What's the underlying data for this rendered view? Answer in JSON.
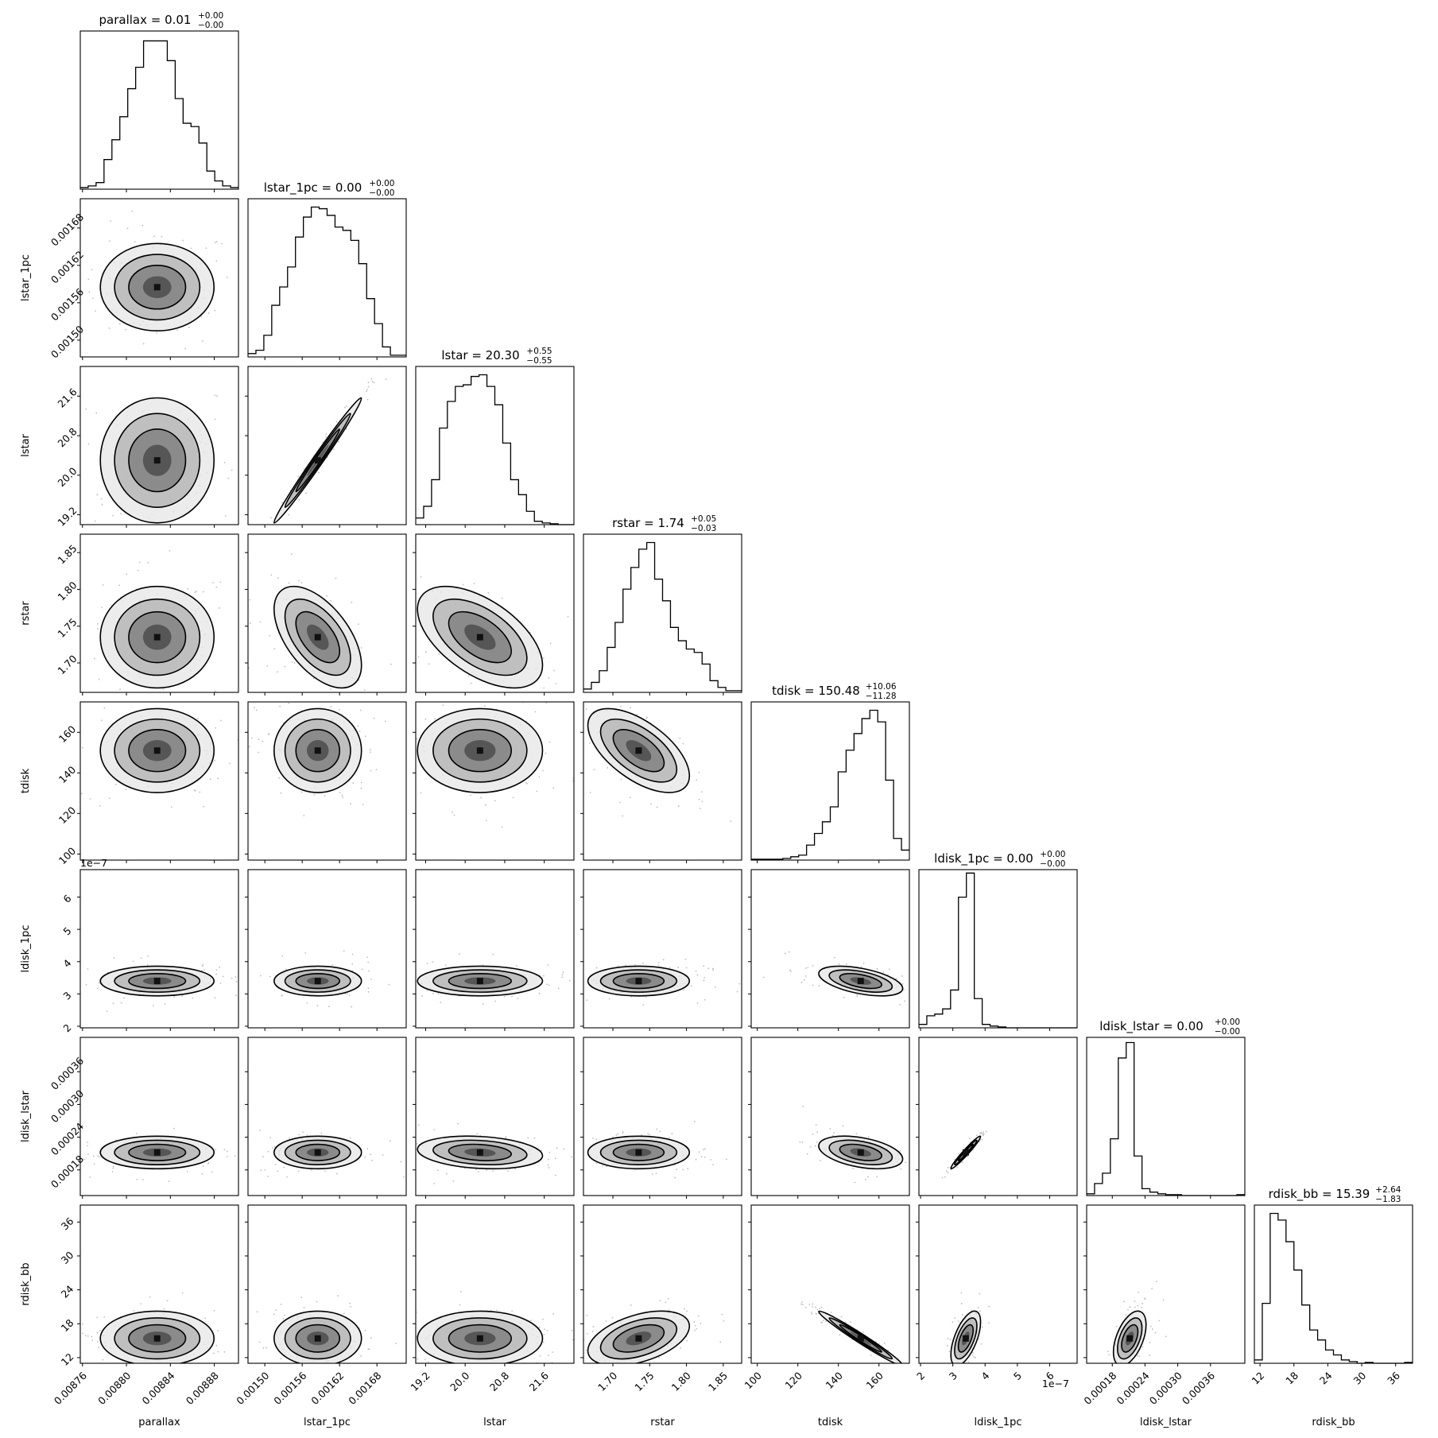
{
  "chart_data": {
    "type": "corner",
    "variables": [
      {
        "name": "parallax",
        "title": "parallax = 0.01",
        "title_sup": "+0.00",
        "title_sub": "−0.00",
        "ticks": [
          "0.00876",
          "0.00880",
          "0.00884",
          "0.00888"
        ],
        "tick_values": [
          0.00876,
          0.0088,
          0.00884,
          0.00888
        ],
        "range": [
          0.008758,
          0.008902
        ],
        "hist": [
          1,
          2,
          4,
          18,
          30,
          44,
          61,
          74,
          90,
          90,
          90,
          78,
          55,
          40,
          38,
          28,
          11,
          5,
          2,
          1
        ],
        "hist_peak": 96
      },
      {
        "name": "lstar_1pc",
        "title": "lstar_1pc = 0.00",
        "title_sup": "+0.00",
        "title_sub": "−0.00",
        "ticks": [
          "0.00150",
          "0.00156",
          "0.00162",
          "0.00168"
        ],
        "tick_values": [
          0.0015,
          0.00156,
          0.00162,
          0.00168
        ],
        "range": [
          0.001473,
          0.001727
        ],
        "hist": [
          2,
          4,
          13,
          31,
          42,
          54,
          72,
          84,
          90,
          89,
          85,
          78,
          76,
          70,
          56,
          35,
          20,
          6,
          1,
          1
        ],
        "hist_peak": 95
      },
      {
        "name": "lstar",
        "title": "lstar = 20.30",
        "title_sup": "+0.55",
        "title_sub": "−0.55",
        "ticks": [
          "19.2",
          "20.0",
          "20.8",
          "21.6"
        ],
        "tick_values": [
          19.2,
          20.0,
          20.8,
          21.6
        ],
        "range": [
          19.0,
          22.2
        ],
        "hist": [
          4,
          11,
          27,
          58,
          74,
          83,
          84,
          89,
          90,
          83,
          72,
          49,
          27,
          18,
          8,
          2,
          1,
          0.5,
          0,
          0
        ],
        "hist_peak": 95
      },
      {
        "name": "rstar",
        "title": "rstar = 1.74",
        "title_sup": "+0.05",
        "title_sub": "−0.03",
        "ticks": [
          "1.70",
          "1.75",
          "1.80",
          "1.85"
        ],
        "tick_values": [
          1.7,
          1.75,
          1.8,
          1.85
        ],
        "range": [
          1.66,
          1.875
        ],
        "hist": [
          2,
          6,
          13,
          27,
          42,
          62,
          75,
          86,
          90,
          68,
          55,
          39,
          31,
          26,
          24,
          17,
          7,
          3,
          1,
          1
        ],
        "hist_peak": 95
      },
      {
        "name": "tdisk",
        "title": "tdisk = 150.48",
        "title_sup": "+10.06",
        "title_sub": "−11.28",
        "ticks": [
          "100",
          "120",
          "140",
          "160"
        ],
        "tick_values": [
          100,
          120,
          140,
          160
        ],
        "range": [
          97.0,
          175.0
        ],
        "hist": [
          0.5,
          0.5,
          0.5,
          0.5,
          1,
          2,
          3,
          9,
          16,
          23,
          32,
          53,
          66,
          76,
          85,
          90,
          83,
          48,
          13,
          6
        ],
        "hist_peak": 95
      },
      {
        "name": "ldisk_1pc",
        "title": "ldisk_1pc = 0.00",
        "title_sup": "+0.00",
        "title_sub": "−0.00",
        "ticks": [
          "2",
          "3",
          "4",
          "5",
          "6"
        ],
        "tick_values": [
          2e-07,
          3e-07,
          4e-07,
          5e-07,
          6e-07
        ],
        "range": [
          1.95e-07,
          6.85e-07
        ],
        "offset": "1e−7",
        "hist": [
          2,
          7,
          8,
          11,
          22,
          76,
          90,
          17,
          2,
          1,
          0.5,
          0,
          0,
          0,
          0,
          0,
          0,
          0,
          0,
          0
        ],
        "hist_peak": 92
      },
      {
        "name": "ldisk_lstar",
        "title": "ldisk_lstar = 0.00",
        "title_sup": "+0.00",
        "title_sub": "−0.00",
        "ticks": [
          "0.00018",
          "0.00024",
          "0.00030",
          "0.00036"
        ],
        "tick_values": [
          0.00018,
          0.00024,
          0.0003,
          0.00036
        ],
        "range": [
          0.000133,
          0.000423
        ],
        "hist": [
          1,
          7,
          13,
          33,
          80,
          89,
          23,
          4,
          2,
          1,
          0.5,
          0.5,
          0,
          0,
          0,
          0,
          0,
          0,
          0,
          0.5
        ],
        "hist_peak": 92
      },
      {
        "name": "rdisk_bb",
        "title": "rdisk_bb = 15.39",
        "title_sup": "+2.64",
        "title_sub": "−1.83",
        "ticks": [
          "12",
          "18",
          "24",
          "30",
          "36"
        ],
        "tick_values": [
          12,
          18,
          24,
          30,
          36
        ],
        "range": [
          11.0,
          39.0
        ],
        "hist": [
          2,
          36,
          90,
          86,
          73,
          56,
          35,
          20,
          14,
          8,
          5,
          2,
          1,
          0,
          0.5,
          0,
          0,
          0,
          0,
          0.5
        ],
        "hist_peak": 95
      }
    ],
    "joint": [
      {
        "row": "lstar_1pc",
        "col": "parallax",
        "mean": [
          0.008828,
          0.001585
        ],
        "sd": [
          2.25e-05,
          3.05e-05
        ],
        "corr": 0.0
      },
      {
        "row": "lstar",
        "col": "parallax",
        "mean": [
          0.008828,
          20.3
        ],
        "sd": [
          2.25e-05,
          0.55
        ],
        "corr": 0.0
      },
      {
        "row": "lstar",
        "col": "lstar_1pc",
        "mean": [
          0.001585,
          20.3
        ],
        "sd": [
          3.05e-05,
          0.55
        ],
        "corr": 0.99
      },
      {
        "row": "rstar",
        "col": "parallax",
        "mean": [
          0.008828,
          1.735
        ],
        "sd": [
          2.25e-05,
          0.03
        ],
        "corr": 0.0
      },
      {
        "row": "rstar",
        "col": "lstar_1pc",
        "mean": [
          0.001585,
          1.735
        ],
        "sd": [
          3.05e-05,
          0.03
        ],
        "corr": -0.55
      },
      {
        "row": "rstar",
        "col": "lstar",
        "mean": [
          20.3,
          1.735
        ],
        "sd": [
          0.55,
          0.03
        ],
        "corr": -0.55
      },
      {
        "row": "tdisk",
        "col": "parallax",
        "mean": [
          0.008828,
          151
        ],
        "sd": [
          2.25e-05,
          9
        ],
        "corr": 0.0
      },
      {
        "row": "tdisk",
        "col": "lstar_1pc",
        "mean": [
          0.001585,
          151
        ],
        "sd": [
          3.05e-05,
          9
        ],
        "corr": 0.0
      },
      {
        "row": "tdisk",
        "col": "lstar",
        "mean": [
          20.3,
          151
        ],
        "sd": [
          0.55,
          9
        ],
        "corr": 0.0
      },
      {
        "row": "tdisk",
        "col": "rstar",
        "mean": [
          1.735,
          151
        ],
        "sd": [
          0.03,
          9
        ],
        "corr": -0.6
      },
      {
        "row": "ldisk_1pc",
        "col": "parallax",
        "mean": [
          0.008828,
          3.4e-07
        ],
        "sd": [
          2.25e-05,
          2e-08
        ],
        "corr": 0.0
      },
      {
        "row": "ldisk_1pc",
        "col": "lstar_1pc",
        "mean": [
          0.001585,
          3.4e-07
        ],
        "sd": [
          3.05e-05,
          2e-08
        ],
        "corr": 0.0
      },
      {
        "row": "ldisk_1pc",
        "col": "lstar",
        "mean": [
          20.3,
          3.4e-07
        ],
        "sd": [
          0.55,
          2e-08
        ],
        "corr": 0.0
      },
      {
        "row": "ldisk_1pc",
        "col": "rstar",
        "mean": [
          1.735,
          3.4e-07
        ],
        "sd": [
          0.03,
          2e-08
        ],
        "corr": 0.0
      },
      {
        "row": "ldisk_1pc",
        "col": "tdisk",
        "mean": [
          151,
          3.4e-07
        ],
        "sd": [
          9,
          2e-08
        ],
        "corr": -0.5
      },
      {
        "row": "ldisk_lstar",
        "col": "parallax",
        "mean": [
          0.008828,
          0.000212
        ],
        "sd": [
          2.25e-05,
          1.3e-05
        ],
        "corr": 0.0
      },
      {
        "row": "ldisk_lstar",
        "col": "lstar_1pc",
        "mean": [
          0.001585,
          0.000212
        ],
        "sd": [
          3.05e-05,
          1.3e-05
        ],
        "corr": 0.0
      },
      {
        "row": "ldisk_lstar",
        "col": "lstar",
        "mean": [
          20.3,
          0.000212
        ],
        "sd": [
          0.55,
          1.3e-05
        ],
        "corr": -0.2
      },
      {
        "row": "ldisk_lstar",
        "col": "rstar",
        "mean": [
          1.735,
          0.000212
        ],
        "sd": [
          0.03,
          1.3e-05
        ],
        "corr": 0.0
      },
      {
        "row": "ldisk_lstar",
        "col": "tdisk",
        "mean": [
          151,
          0.000212
        ],
        "sd": [
          9,
          1.3e-05
        ],
        "corr": -0.4
      },
      {
        "row": "ldisk_lstar",
        "col": "ldisk_1pc",
        "mean": [
          3.4e-07,
          0.000212
        ],
        "sd": [
          2e-08,
          1.3e-05
        ],
        "corr": 0.97
      },
      {
        "row": "rdisk_bb",
        "col": "parallax",
        "mean": [
          0.008828,
          15.4
        ],
        "sd": [
          2.25e-05,
          2.1
        ],
        "corr": 0.0
      },
      {
        "row": "rdisk_bb",
        "col": "lstar_1pc",
        "mean": [
          0.001585,
          15.4
        ],
        "sd": [
          3.05e-05,
          2.1
        ],
        "corr": 0.0
      },
      {
        "row": "rdisk_bb",
        "col": "lstar",
        "mean": [
          20.3,
          15.4
        ],
        "sd": [
          0.55,
          2.1
        ],
        "corr": 0.0
      },
      {
        "row": "rdisk_bb",
        "col": "rstar",
        "mean": [
          1.735,
          15.4
        ],
        "sd": [
          0.03,
          2.1
        ],
        "corr": 0.45
      },
      {
        "row": "rdisk_bb",
        "col": "tdisk",
        "mean": [
          151,
          15.4
        ],
        "sd": [
          9,
          2.1
        ],
        "corr": -0.98
      },
      {
        "row": "rdisk_bb",
        "col": "ldisk_1pc",
        "mean": [
          3.4e-07,
          15.4
        ],
        "sd": [
          2e-08,
          2.1
        ],
        "corr": 0.6
      },
      {
        "row": "rdisk_bb",
        "col": "ldisk_lstar",
        "mean": [
          0.000212,
          15.4
        ],
        "sd": [
          1.3e-05,
          2.1
        ],
        "corr": 0.5
      }
    ],
    "contour_levels_sigma": [
      0.5,
      1.0,
      1.5,
      2.0
    ]
  }
}
